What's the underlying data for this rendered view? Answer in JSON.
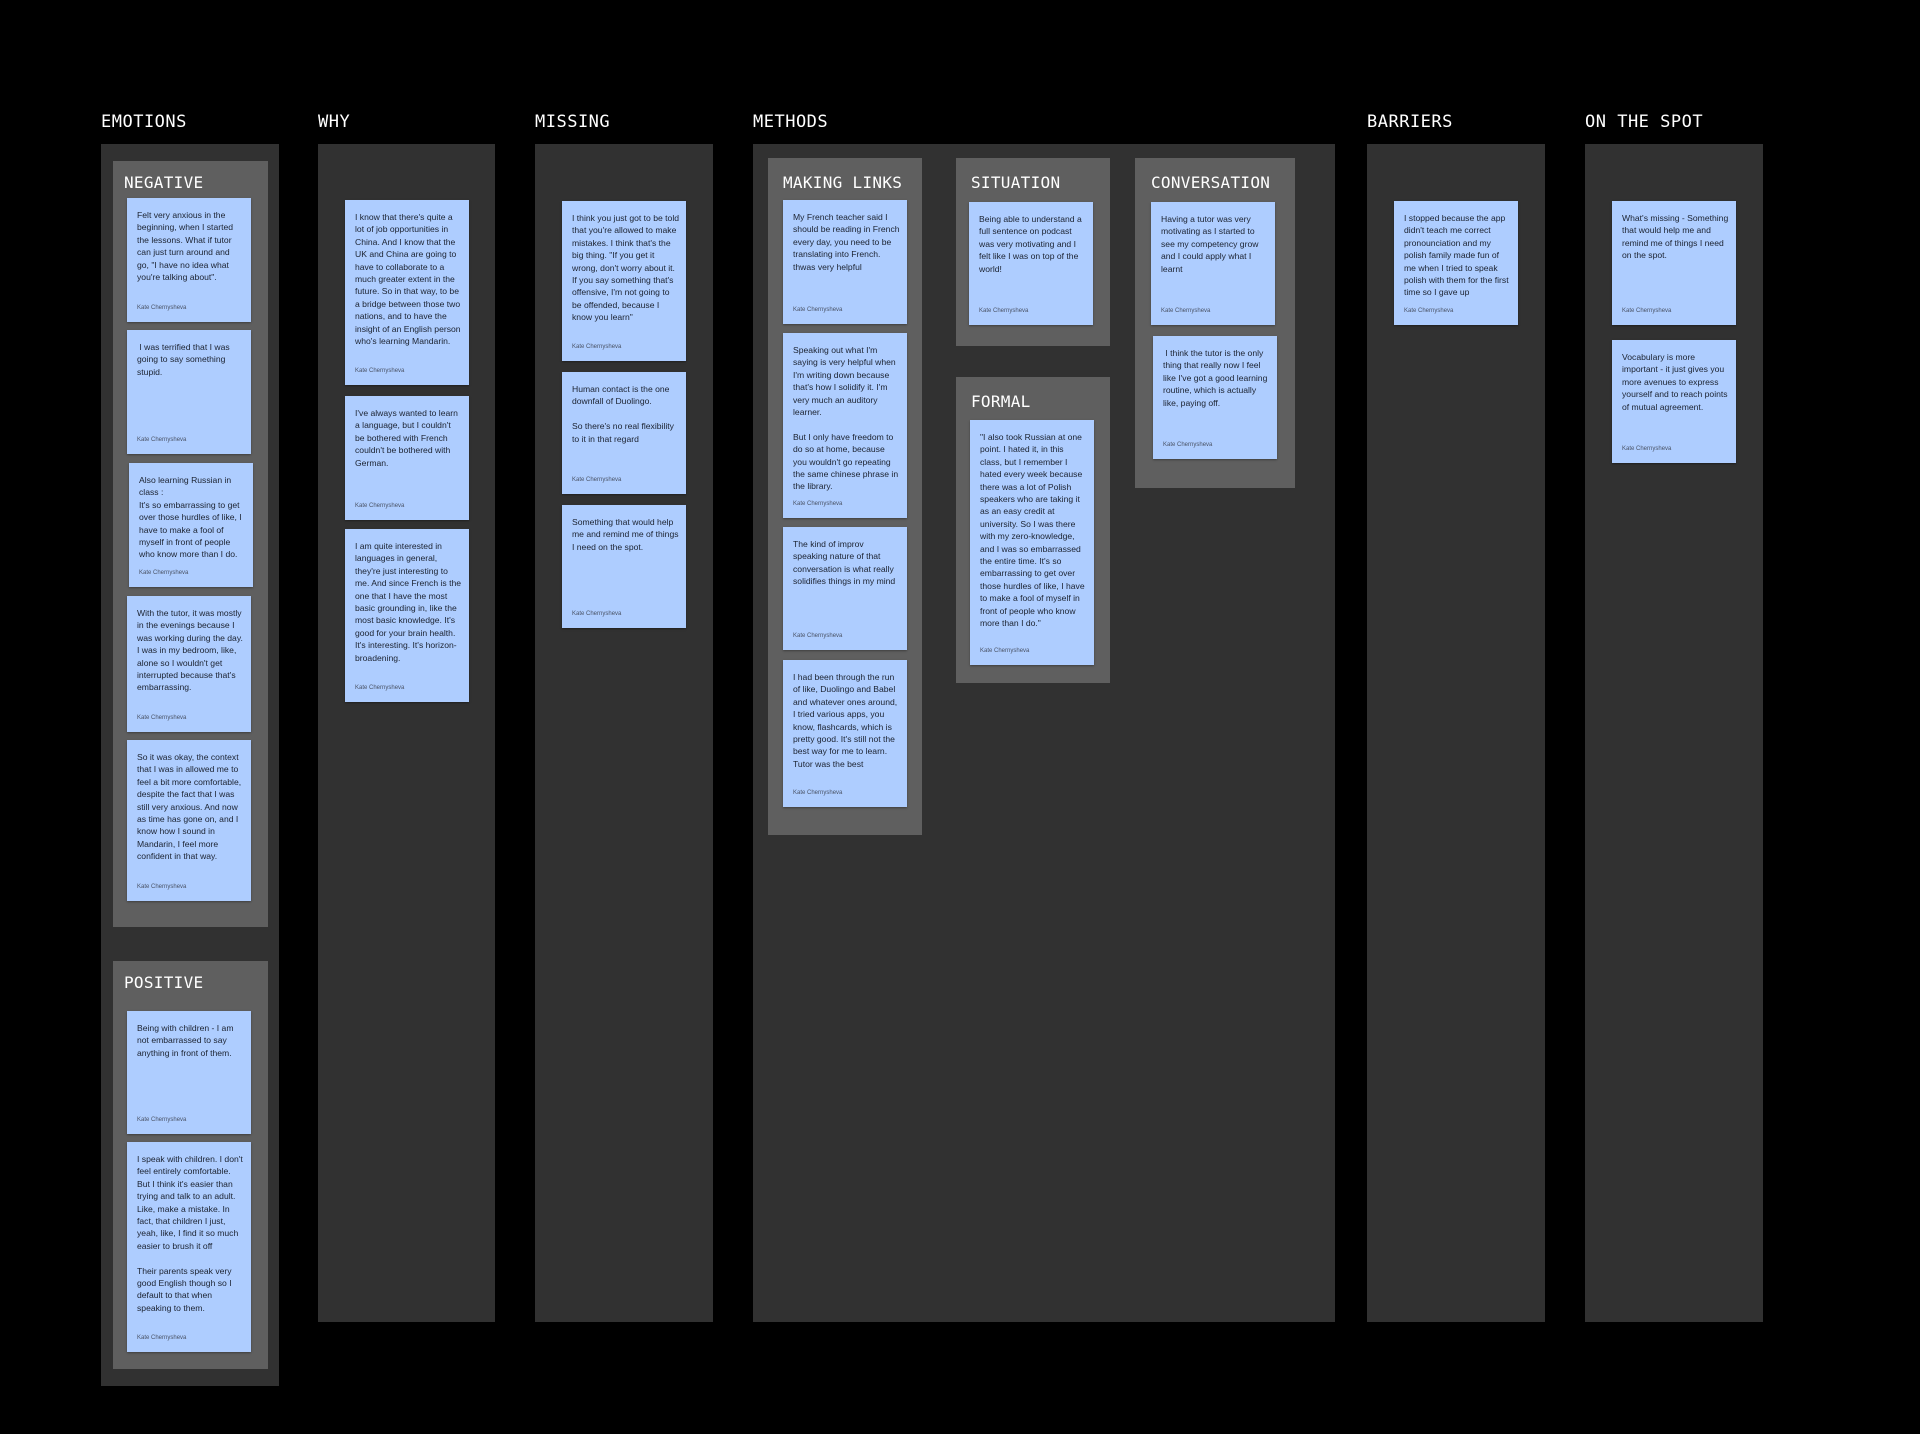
{
  "columns": [
    {
      "title": "EMOTIONS"
    },
    {
      "title": "WHY"
    },
    {
      "title": "MISSING"
    },
    {
      "title": "METHODS"
    },
    {
      "title": "BARRIERS"
    },
    {
      "title": "ON THE SPOT"
    }
  ],
  "sections": {
    "negative": "NEGATIVE",
    "positive": "POSITIVE",
    "making_links": "MAKING LINKS",
    "situation": "SITUATION",
    "conversation": "CONVERSATION",
    "formal": "FORMAL"
  },
  "author": "Kate Chernysheva",
  "stickies": {
    "negative": [
      "Felt very anxious in the beginning, when I started the lessons. What if tutor can just turn around and go, \"I have no idea what you're talking about\".",
      " I was terrified that I was going to say something stupid.",
      "Also learning Russian in class :\nIt's so embarrassing to get over those hurdles of like, I have to make a fool of myself in front of people who know more than I do.",
      "With the tutor, it was mostly in the evenings because I was working during the day. I was in my bedroom, like, alone so I wouldn't get interrupted because that's embarrassing.",
      "So it was okay, the context that I was in allowed me to feel a bit more comfortable, despite the fact that I was still very anxious. And now as time has gone on, and I know how I sound in Mandarin, I feel more confident in that way."
    ],
    "positive": [
      "Being with children - I am not embarrassed to say anything in front of them.",
      "I speak with children. I don't feel entirely comfortable. But I think it's easier than trying and talk to an adult. Like, make a mistake. In fact, that children I just, yeah, like, I find it so much easier to brush it off\n\nTheir parents speak very good English though so I default to that when speaking to them."
    ],
    "why": [
      "I know that there's quite a lot of job opportunities in China. And I know that the UK and China are going to have to collaborate to a much greater extent in the future. So in that way, to be a bridge between those two nations, and to have the insight of an English person who's learning Mandarin.",
      "I've always wanted to learn a language, but I couldn't be bothered with French couldn't be bothered with German.",
      "I am quite interested in languages in general, they're just interesting to me. And since French is the one that I have the most basic grounding in, like the most basic knowledge. It's good for your brain health. It's interesting. It's horizon-broadening."
    ],
    "missing": [
      "I think you just got to be told that you're allowed to make mistakes. I think that's the big thing. \"If you get it wrong, don't worry about it. If you say something that's offensive, I'm not going to be offended, because I know you learn\"",
      "Human contact is the one downfall of Duolingo.\n\nSo there's no real flexibility to it in that regard",
      "Something that would help me and remind me of things I need on the spot."
    ],
    "making_links": [
      "My French teacher said I should be reading in French every day, you need to be translating into French. thwas very helpful",
      "Speaking out what I'm saying is very helpful when I'm writing down because that's how I solidify it. I'm very much an auditory learner.\n\nBut I only have freedom to do so at home, because you wouldn't go repeating the same chinese phrase in the library.",
      "The kind of improv speaking nature of that conversation is what really solidifies things in my mind",
      "I had been through the run of like, Duolingo and Babel and whatever ones around, I tried various apps, you know, flashcards, which is pretty good. It's still not the best way for me to learn. Tutor was the best"
    ],
    "situation": [
      "Being able to understand a full sentence on podcast was very motivating and I felt like I was on top of the world!"
    ],
    "formal": [
      "\"I also took Russian at one point. I hated it, in this class, but I remember I hated every week because there was a lot of Polish speakers who are taking it as an easy credit at university. So I was there with my zero-knowledge, and I was so embarrassed the entire time. It's so embarrassing to get over those hurdles of like, I have to make a fool of myself in front of people who know more than I do.\""
    ],
    "conversation": [
      "Having a tutor was very motivating as I started to see my competency grow and I could apply what I learnt",
      " I think the tutor is the only thing that really now I feel like I've got a good learning routine, which is actually like, paying off."
    ],
    "barriers": [
      "I stopped because the app didn't teach me correct pronounciation and my polish family made fun of me when I tried to speak polish with them for the first time so I gave up"
    ],
    "on_the_spot": [
      "What's missing - Something that would help me and remind me of things I need on the spot.",
      "Vocabulary is more important - it just gives you more avenues to express yourself and to reach points of mutual agreement."
    ]
  }
}
